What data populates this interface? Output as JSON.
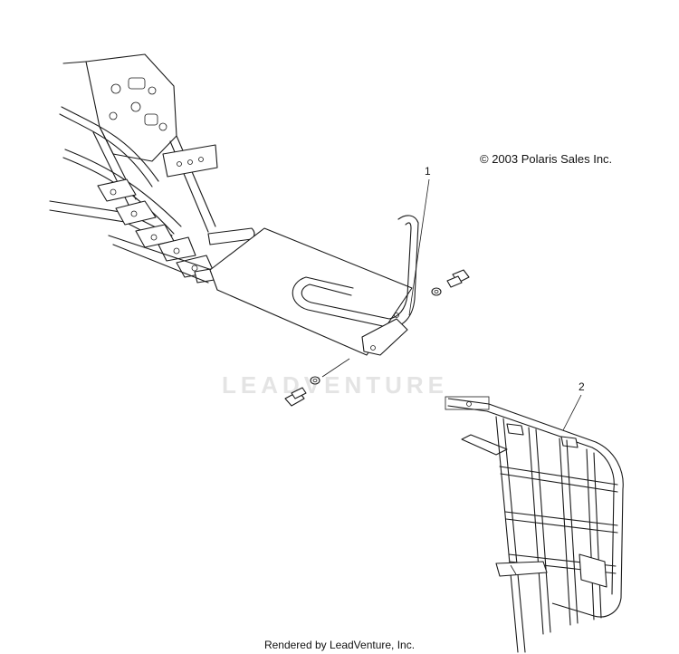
{
  "copyright": "© 2003 Polaris Sales Inc.",
  "callouts": {
    "part1": "1",
    "part2": "2"
  },
  "watermark": "LEADVENTURE",
  "footer": "Rendered by LeadVenture, Inc."
}
